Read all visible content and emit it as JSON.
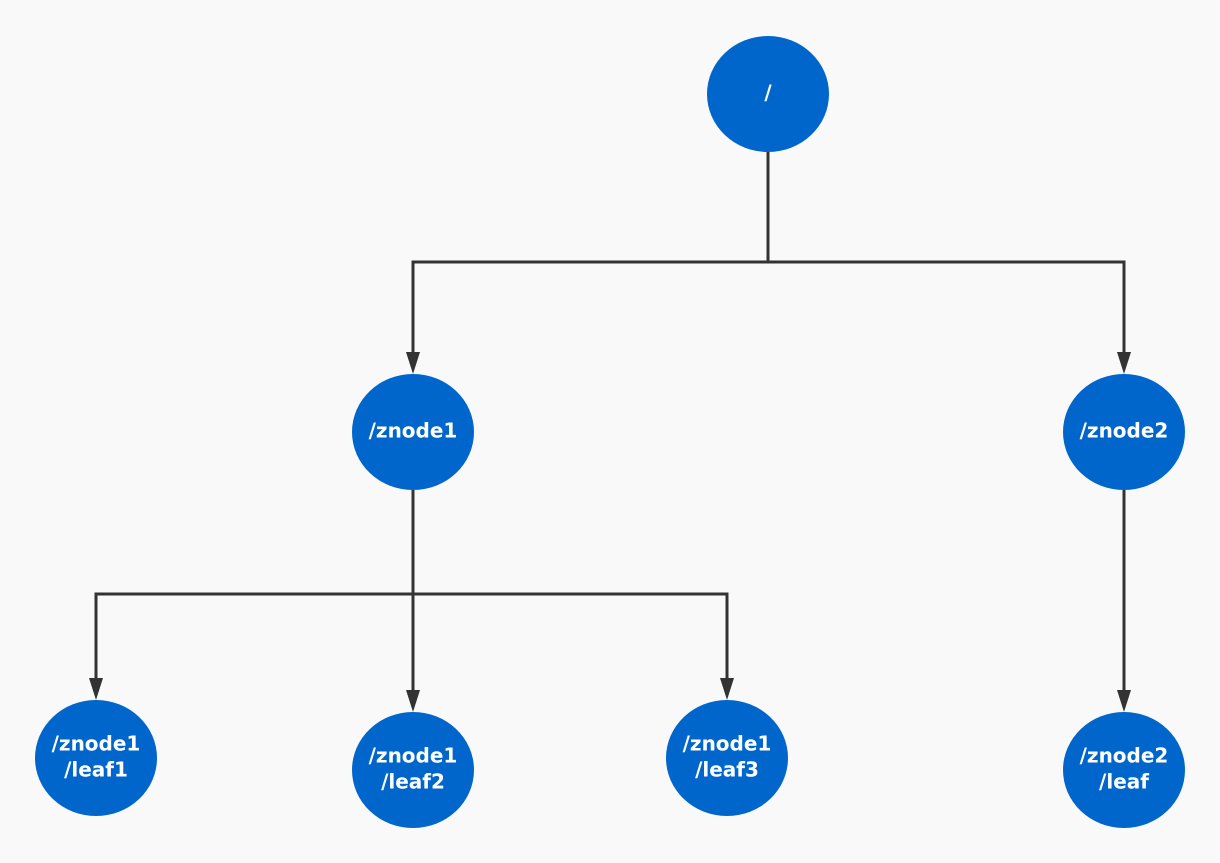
{
  "diagram": {
    "colors": {
      "node_fill": "#0066cc",
      "node_text": "#ffffff",
      "edge": "#333333",
      "background": "#f9f9f9"
    },
    "nodes": [
      {
        "id": "root",
        "lines": [
          "/"
        ]
      },
      {
        "id": "znode1",
        "lines": [
          "/znode1"
        ]
      },
      {
        "id": "znode2",
        "lines": [
          "/znode2"
        ]
      },
      {
        "id": "znode1-leaf1",
        "lines": [
          "/znode1",
          "/leaf1"
        ]
      },
      {
        "id": "znode1-leaf2",
        "lines": [
          "/znode1",
          "/leaf2"
        ]
      },
      {
        "id": "znode1-leaf3",
        "lines": [
          "/znode1",
          "/leaf3"
        ]
      },
      {
        "id": "znode2-leaf",
        "lines": [
          "/znode2",
          "/leaf"
        ]
      }
    ],
    "edges": [
      {
        "from": "root",
        "to": "znode1"
      },
      {
        "from": "root",
        "to": "znode2"
      },
      {
        "from": "znode1",
        "to": "znode1-leaf1"
      },
      {
        "from": "znode1",
        "to": "znode1-leaf2"
      },
      {
        "from": "znode1",
        "to": "znode1-leaf3"
      },
      {
        "from": "znode2",
        "to": "znode2-leaf"
      }
    ]
  }
}
